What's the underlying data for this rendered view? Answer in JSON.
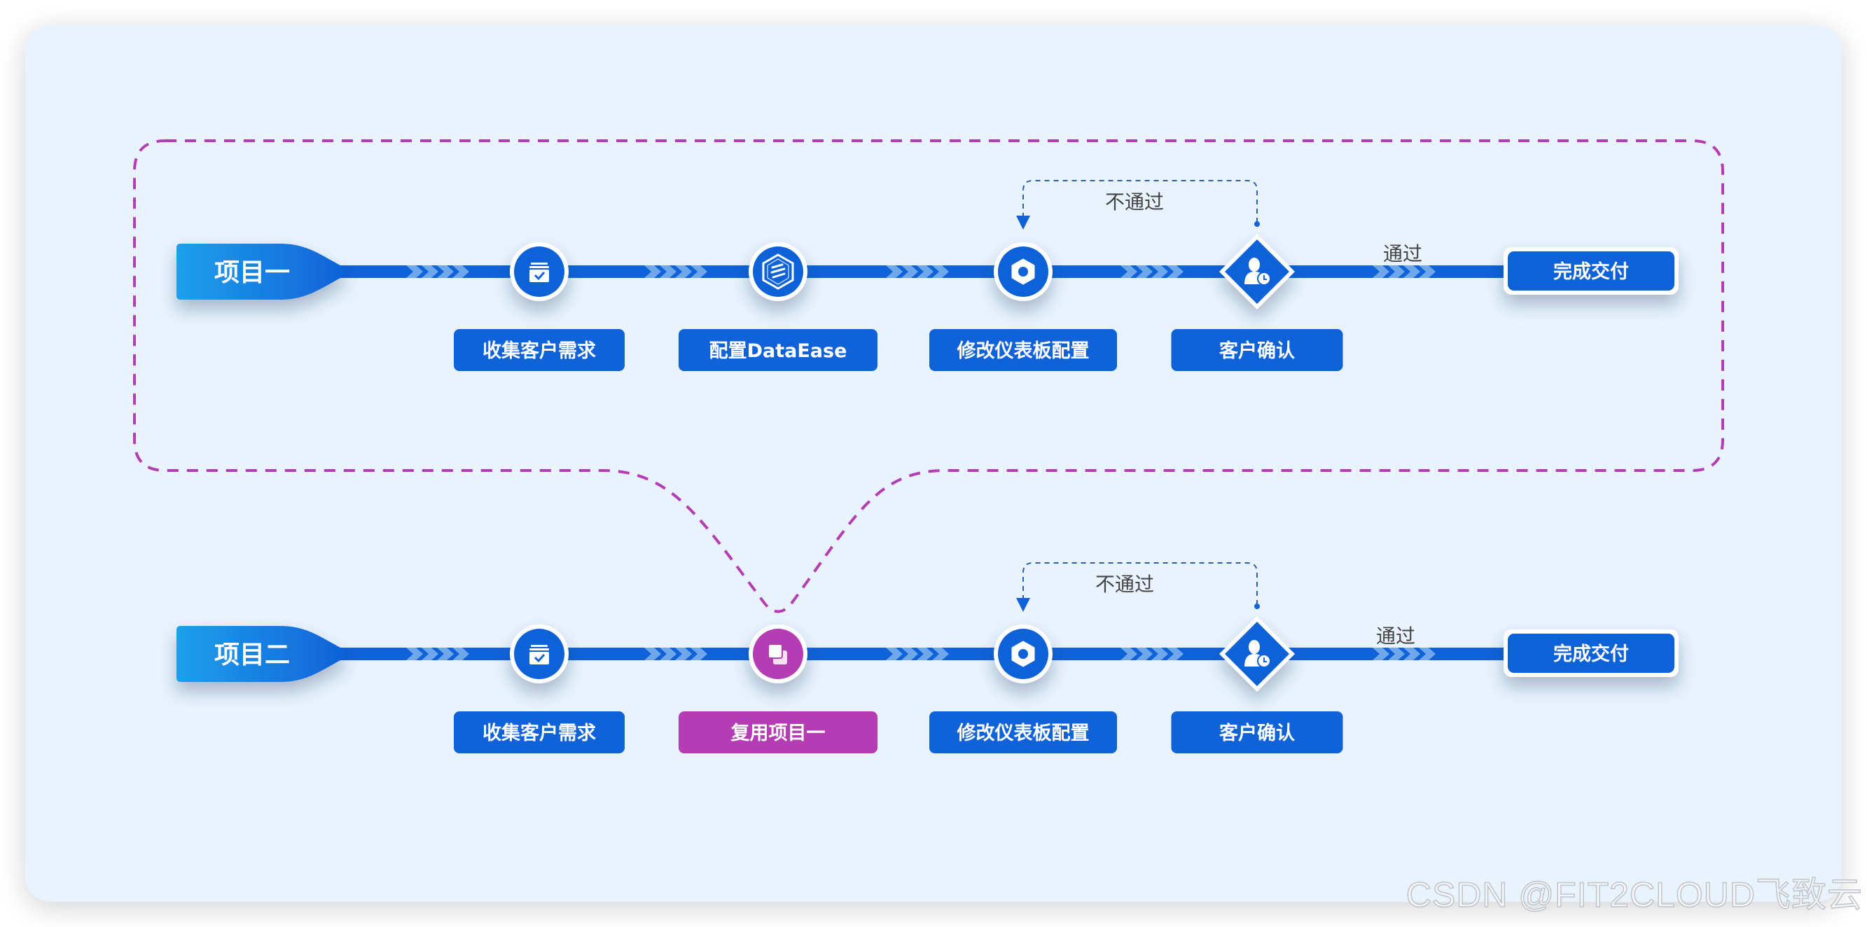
{
  "colors": {
    "primary": "#1062d8",
    "accent": "#b53db4",
    "chevron": "#6fa8ea",
    "background": "#e9f3fe",
    "edge_text": "#444444"
  },
  "rows": [
    {
      "id": "project-1",
      "tag": "项目一",
      "steps": [
        {
          "label": "收集客户需求",
          "icon": "clipboard-check-icon",
          "shape": "circle",
          "color": "primary"
        },
        {
          "label": "配置DataEase",
          "icon": "dataease-logo-icon",
          "shape": "circle",
          "color": "primary"
        },
        {
          "label": "修改仪表板配置",
          "icon": "hex-nut-icon",
          "shape": "circle",
          "color": "primary"
        },
        {
          "label": "客户确认",
          "icon": "user-clock-icon",
          "shape": "diamond",
          "color": "primary"
        }
      ],
      "reject_label": "不通过",
      "pass_label": "通过",
      "end": "完成交付"
    },
    {
      "id": "project-2",
      "tag": "项目二",
      "steps": [
        {
          "label": "收集客户需求",
          "icon": "clipboard-check-icon",
          "shape": "circle",
          "color": "primary"
        },
        {
          "label": "复用项目一",
          "icon": "copy-icon",
          "shape": "circle",
          "color": "accent"
        },
        {
          "label": "修改仪表板配置",
          "icon": "hex-nut-icon",
          "shape": "circle",
          "color": "primary"
        },
        {
          "label": "客户确认",
          "icon": "user-clock-icon",
          "shape": "diamond",
          "color": "primary"
        }
      ],
      "reject_label": "不通过",
      "pass_label": "通过",
      "end": "完成交付"
    }
  ],
  "watermark": "CSDN @FIT2CLOUD飞致云"
}
